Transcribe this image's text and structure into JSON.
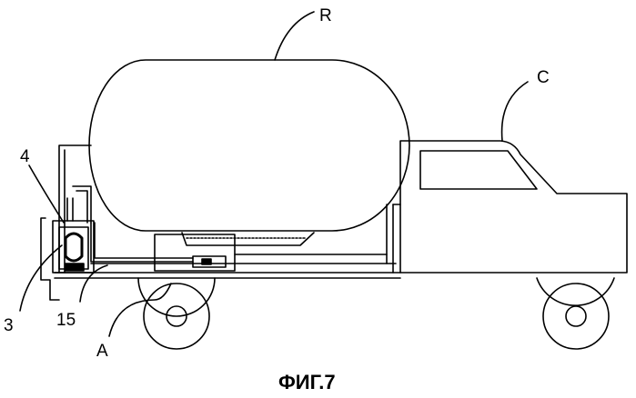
{
  "labels": {
    "tank": "R",
    "cab": "C",
    "pump_top": "4",
    "pump_bottom": "3",
    "pipe": "15",
    "valve": "A"
  },
  "caption": "ФИГ.7"
}
